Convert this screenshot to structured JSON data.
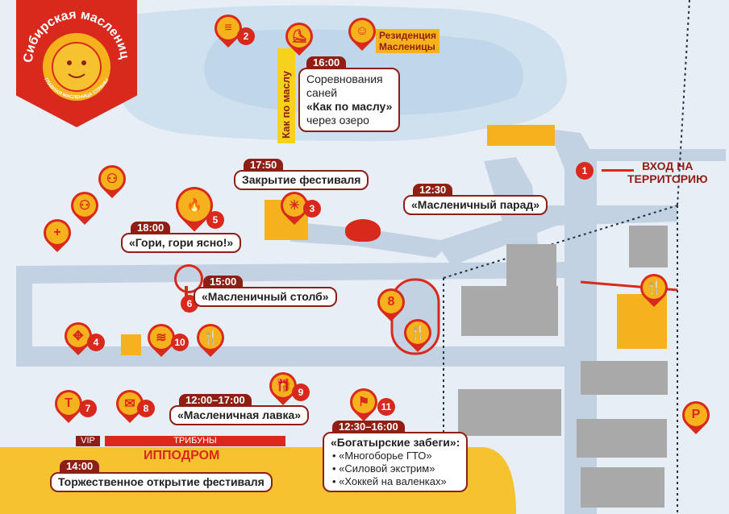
{
  "colors": {
    "accent": "#d9281c",
    "dark_red": "#8f1f14",
    "yellow": "#f5b21c",
    "water": "#cfe0ee",
    "roads": "#c3d2e2",
    "buildings": "#a9a9a9",
    "background": "#e8eef6"
  },
  "logo": {
    "title": "Сибирская масленица",
    "subtitle": "ГЛАВНАЯ МАСЛЕНИЦА СТРАНЫ"
  },
  "lake_banner": "Как по маслу",
  "entrance": {
    "number": "1",
    "label_line1": "ВХОД НА",
    "label_line2": "ТЕРРИТОРИЮ"
  },
  "residence": {
    "line1": "Резиденция",
    "line2": "Масленицы"
  },
  "events": {
    "sled_race": {
      "time": "16:00",
      "line1": "Соревнования",
      "line2": "саней",
      "line3": "«Как по маслу»",
      "line4": "через озеро"
    },
    "closing": {
      "time": "17:50",
      "title": "Закрытие фестиваля"
    },
    "parade": {
      "time": "12:30",
      "title": "«Масленичный парад»"
    },
    "bonfire": {
      "time": "18:00",
      "title": "«Гори, гори ясно!»"
    },
    "pole": {
      "time": "15:00",
      "title": "«Масленичный столб»"
    },
    "shop": {
      "time": "12:00–17:00",
      "title": "«Масленичная лавка»"
    },
    "races": {
      "time": "12:30–16:00",
      "title": "«Богатырские забеги»:",
      "items": [
        "«Многоборье ГТО»",
        "«Силовой экстрим»",
        "«Хоккей на валенках»"
      ]
    },
    "opening": {
      "time": "14:00",
      "title": "Торжественное открытие фестиваля"
    }
  },
  "stands": {
    "vip": "VIP",
    "tribunes": "ТРИБУНЫ"
  },
  "hippodrome": "ИППОДРОМ",
  "markers": [
    {
      "num": "1",
      "icon": "entrance-icon"
    },
    {
      "num": "2",
      "icon": "pancakes-icon"
    },
    {
      "num": "3",
      "icon": "sun-face-icon"
    },
    {
      "num": "4",
      "icon": "scarecrow-icon"
    },
    {
      "num": "5",
      "icon": "fire-icon"
    },
    {
      "num": "6",
      "icon": "pole-icon"
    },
    {
      "num": "7",
      "icon": "samovar-icon"
    },
    {
      "num": "8",
      "icon": "mail-icon"
    },
    {
      "num": "9",
      "icon": "gift-icon"
    },
    {
      "num": "10",
      "icon": "soup-icon"
    },
    {
      "num": "11",
      "icon": "runner-icon"
    }
  ],
  "facility_icons": [
    "toilet-icon",
    "restroom-icon",
    "first-aid-icon",
    "food-icon",
    "matryoshka-icon",
    "parking-icon",
    "whale-icon"
  ],
  "parking_letter": "P"
}
